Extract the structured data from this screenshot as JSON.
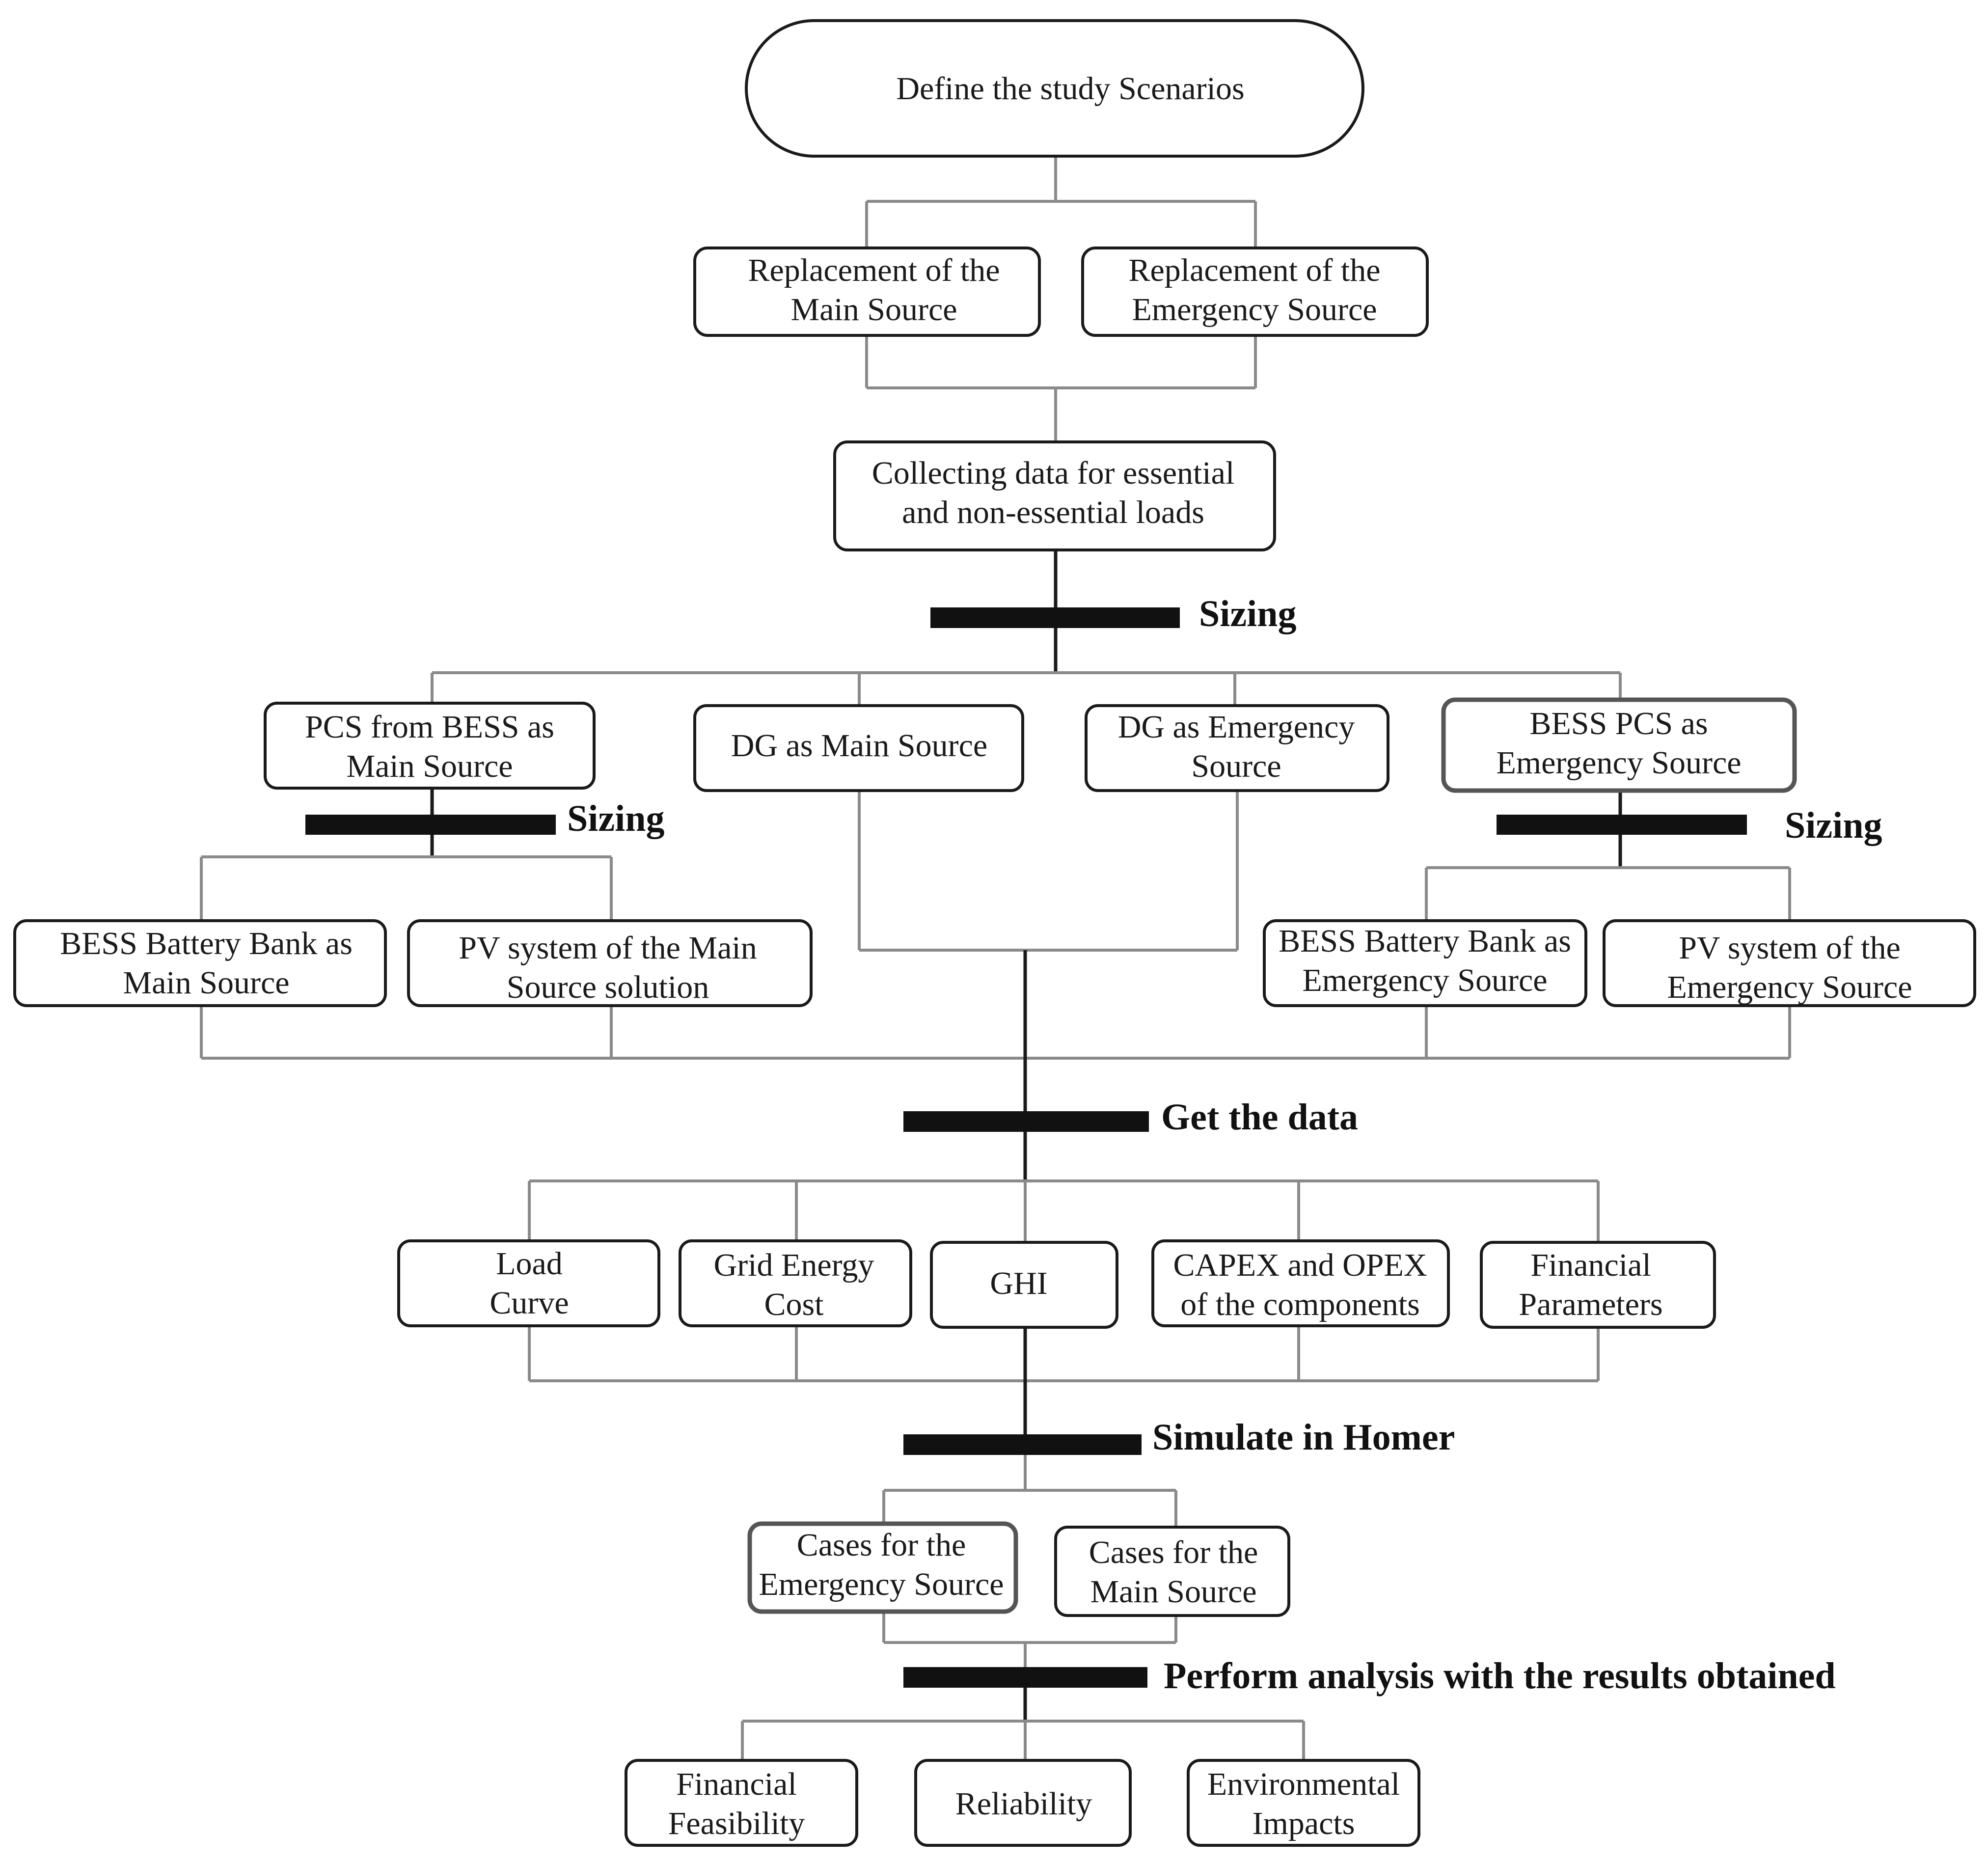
{
  "nodes": {
    "define": [
      "Define the study Scenarios"
    ],
    "rep_main": [
      "Replacement of the",
      "Main Source"
    ],
    "rep_emerg": [
      "Replacement of the",
      "Emergency Source"
    ],
    "collect": [
      "Collecting  data for essential",
      "and non-essential  loads"
    ],
    "pcs_main": [
      "PCS from BESS as",
      "Main Source"
    ],
    "dg_main": [
      "DG as Main Source"
    ],
    "dg_emerg": [
      "DG as Emergency",
      "Source"
    ],
    "bess_pcs_emerg": [
      "BESS PCS as",
      "Emergency Source"
    ],
    "bess_bank_main": [
      "BESS Battery Bank as",
      "Main Source"
    ],
    "pv_main": [
      "PV system of the Main",
      "Source solution"
    ],
    "bess_bank_emerg": [
      "BESS Battery Bank as",
      "Emergency  Source"
    ],
    "pv_emerg": [
      "PV system of the",
      "Emergency Source"
    ],
    "load_curve": [
      "Load",
      "Curve"
    ],
    "grid_cost": [
      "Grid  Energy",
      "Cost"
    ],
    "ghi": [
      "GHI"
    ],
    "capex": [
      "CAPEX and OPEX",
      "of the components"
    ],
    "fin_params": [
      "Financial",
      "Parameters"
    ],
    "cases_emerg": [
      "Cases for the",
      "Emergency  Source"
    ],
    "cases_main": [
      "Cases for  the",
      "Main Source"
    ],
    "fin_feas": [
      "Financial",
      "Feasibility"
    ],
    "reliability": [
      "Reliability"
    ],
    "env": [
      "Environmental",
      "Impacts"
    ]
  },
  "steps": {
    "sizing_center": "Sizing",
    "sizing_left": "Sizing",
    "sizing_right": "Sizing",
    "get_data": "Get the data",
    "simulate": "Simulate in Homer",
    "analysis": "Perform analysis with the results obtained"
  },
  "colors": {
    "box_border": "#1a1a1a",
    "connector": "#8a8a8a",
    "bar": "#111111"
  }
}
